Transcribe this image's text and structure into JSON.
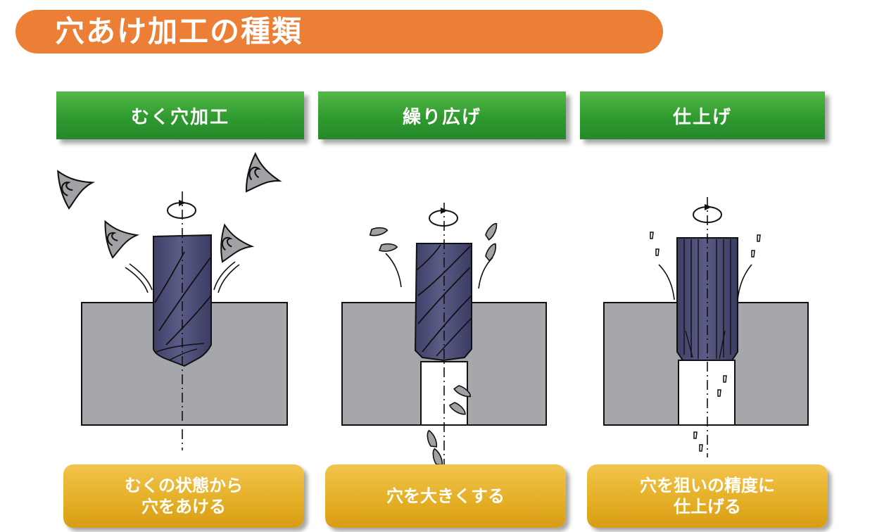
{
  "title": "穴あけ加工の種類",
  "columns": [
    {
      "header": "むく穴加工",
      "description": "むくの状態から\n穴をあける"
    },
    {
      "header": "繰り広げ",
      "description": "穴を大きくする"
    },
    {
      "header": "仕上げ",
      "description": "穴を狙いの精度に\n仕上げる"
    }
  ],
  "colors": {
    "title_bar": "#ec7f35",
    "header_green": "#2f9a2f",
    "description_gold": "#e4ae24",
    "workpiece_gray": "#a6a7ab",
    "tool_body": "#4e5078",
    "chip_gray": "#9ea0a4"
  }
}
